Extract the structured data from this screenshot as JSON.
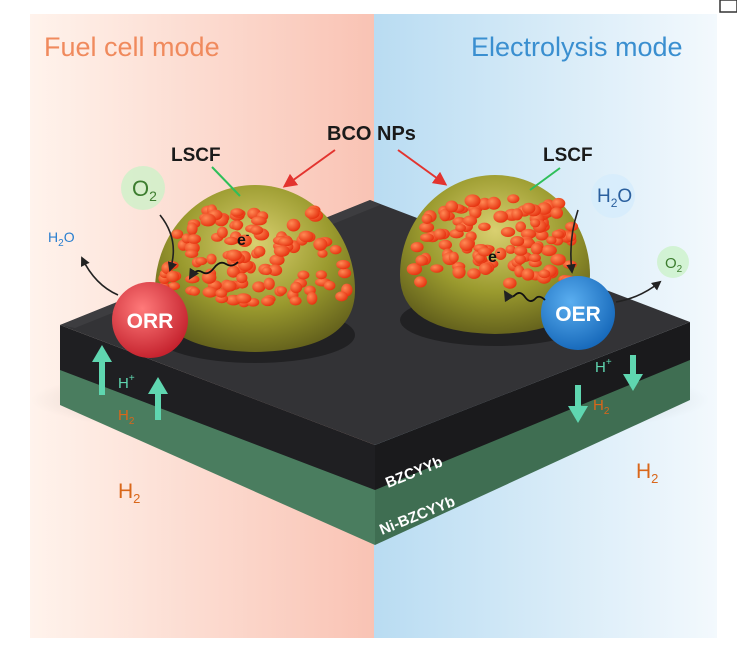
{
  "modes": {
    "fuel_cell": "Fuel cell mode",
    "electrolysis": "Electrolysis mode"
  },
  "labels": {
    "bco_nps": "BCO NPs",
    "lscf_left": "LSCF",
    "lscf_right": "LSCF",
    "electron": "e",
    "electron_sup": "-",
    "orr": "ORR",
    "oer": "OER",
    "o2_base": "O",
    "o2_sub": "2",
    "h2o_base": "H",
    "h2o_sub": "2",
    "h2o_tail": "O",
    "h2_base": "H",
    "h2_sub": "2",
    "proton_base": "H",
    "proton_sup": "+",
    "bzcyyb": "BZCYYb",
    "ni_bzcyyb": "Ni-BZCYYb"
  },
  "colors": {
    "fuel_cell_text": "#f08a5d",
    "electrolysis_text": "#3a8fd0",
    "orr": "#e03a3a",
    "oer": "#2a7fcf",
    "nanoparticle": "#ff4a1c",
    "electrolyte": "#2e2e30",
    "anode": "#5a8f6e",
    "arrow_red": "#e3342f",
    "arrow_teal": "#5fd6b0",
    "h2_text": "#d9671a"
  }
}
